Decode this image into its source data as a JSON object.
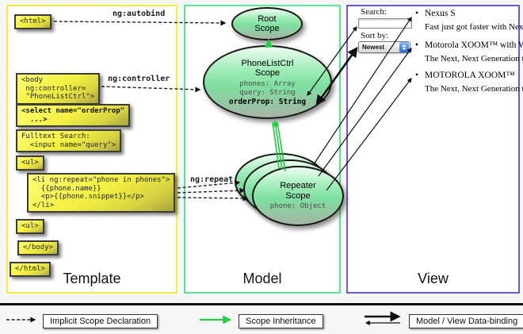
{
  "diagram": {
    "columns": [
      {
        "id": "template",
        "label": "Template",
        "border_color": "#f2ee3c"
      },
      {
        "id": "model",
        "label": "Model",
        "border_color": "#55e695"
      },
      {
        "id": "view",
        "label": "View",
        "border_color": "#6a5ad2"
      }
    ]
  },
  "arrow_labels": {
    "autobind": "ng:autobind",
    "controller": "ng:controller",
    "repeat": "ng:repeat"
  },
  "template_boxes": [
    {
      "text": "<html>"
    },
    {
      "text": "<body\n ng:controller=\n \"PhoneListCtrl\">"
    },
    {
      "text": "<select name=\"orderProp\"\n  ...>"
    },
    {
      "text": "Fulltext Search:\n  <input name=\"query\">"
    },
    {
      "text": "<ul>"
    },
    {
      "text": "<li ng:repeat=\"phone in phones\">\n  {{phone.name}}\n  <p>{{phone.snippet}}</p>\n</li>"
    },
    {
      "text": "<ul>"
    },
    {
      "text": "</body>"
    },
    {
      "text": "</html>"
    }
  ],
  "model": {
    "root_scope_title": "Root\nScope",
    "ctrl_scope_title": "PhoneListCtrl\nScope",
    "ctrl_props": "phones: Array\nquery: String",
    "ctrl_prop_bold": "orderProp: String",
    "repeater_title": "Repeater\nScope",
    "repeater_prop": "phone: Object"
  },
  "view": {
    "search_label": "Search:",
    "search_value": "",
    "sort_label": "Sort by:",
    "sort_value": "Newest",
    "bullet": "•",
    "items": [
      {
        "name": "Nexus S",
        "desc": "Fast just got faster with Nexus S."
      },
      {
        "name": "Motorola XOOM™ with Wi-Fi",
        "desc": "The Next, Next Generation tablet."
      },
      {
        "name": "MOTOROLA XOOM™",
        "desc": "The Next, Next Generation tablet."
      }
    ]
  },
  "legend": {
    "implicit": "Implicit Scope Declaration",
    "inheritance": "Scope Inheritance",
    "binding": "Model / View Data-binding"
  },
  "colors": {
    "box_yellow": "#f3f140",
    "scope_green": "#8ee6a8",
    "arrow_green": "#22cc44",
    "template_border": "#f2ee3c",
    "model_border": "#55e695",
    "view_border": "#6a5ad2",
    "select_accent": "#3b82e0"
  }
}
